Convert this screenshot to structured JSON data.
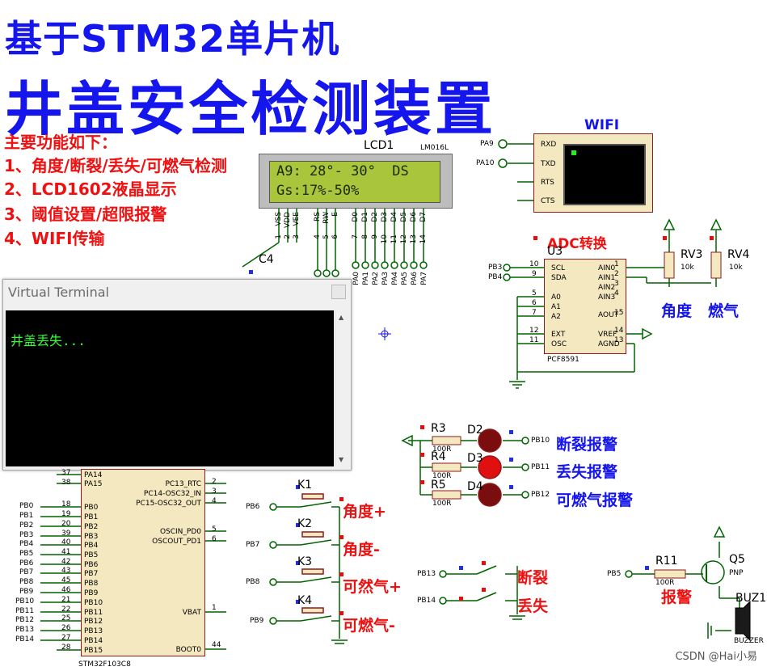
{
  "title": {
    "line1": "基于STM32单片机",
    "line2": "井盖安全检测装置"
  },
  "features": {
    "heading": "主要功能如下：",
    "items": [
      "1、角度/断裂/丢失/可燃气检测",
      "2、LCD1602液晶显示",
      "3、阈值设置/超限报警",
      "4、WIFI传输"
    ]
  },
  "lcd": {
    "ref": "LCD1",
    "model": "LM016L",
    "line1": "A9: 28°- 30°  DS",
    "line2": "Gs:17%-50%",
    "pins": [
      "VSS",
      "VDD",
      "VEE",
      "RS",
      "RW",
      "E",
      "D0",
      "D1",
      "D2",
      "D3",
      "D4",
      "D5",
      "D6",
      "D7"
    ],
    "pin_nums": [
      "1",
      "2",
      "3",
      "4",
      "5",
      "6",
      "7",
      "8",
      "9",
      "10",
      "11",
      "12",
      "13",
      "14"
    ],
    "port_pins": [
      "PA0",
      "PA1",
      "PA2",
      "PA3",
      "PA4",
      "PA5",
      "PA6",
      "PA7"
    ]
  },
  "wifi": {
    "title": "WIFI",
    "pins": [
      "RXD",
      "TXD",
      "RTS",
      "CTS"
    ],
    "nets": [
      "PA9",
      "PA10"
    ]
  },
  "cap": {
    "ref": "C4"
  },
  "terminal": {
    "title": "Virtual Terminal",
    "text": "井盖丢失..."
  },
  "adc": {
    "title": "ADC转换",
    "ref": "U3",
    "model": "PCF8591",
    "left_pins": [
      "SCL",
      "SDA",
      "A0",
      "A1",
      "A2",
      "EXT",
      "OSC"
    ],
    "left_nums": [
      "10",
      "9",
      "5",
      "6",
      "7",
      "12",
      "11"
    ],
    "right_pins": [
      "AIN0",
      "AIN1",
      "AIN2",
      "AIN3",
      "AOUT",
      "VREF",
      "AGND"
    ],
    "right_nums": [
      "1",
      "2",
      "3",
      "4",
      "15",
      "14",
      "13"
    ],
    "nets": [
      "PB3",
      "PB4"
    ]
  },
  "pots": [
    {
      "ref": "RV3",
      "value": "10k",
      "label": "角度"
    },
    {
      "ref": "RV4",
      "value": "10k",
      "label": "燃气"
    }
  ],
  "leds": [
    {
      "res": "R3",
      "res_val": "100R",
      "led": "D2",
      "net": "PB10",
      "label": "断裂报警"
    },
    {
      "res": "R4",
      "res_val": "100R",
      "led": "D3",
      "net": "PB11",
      "label": "丢失报警"
    },
    {
      "res": "R5",
      "res_val": "100R",
      "led": "D4",
      "net": "PB12",
      "label": "可燃气报警"
    }
  ],
  "keys": [
    {
      "ref": "K1",
      "net": "PB6",
      "label": "角度+"
    },
    {
      "ref": "K2",
      "net": "PB7",
      "label": "角度-"
    },
    {
      "ref": "K3",
      "net": "PB8",
      "label": "可然气+"
    },
    {
      "ref": "K4",
      "net": "PB9",
      "label": "可燃气-"
    }
  ],
  "switches": [
    {
      "net": "PB13",
      "label": "断裂"
    },
    {
      "net": "PB14",
      "label": "丢失"
    }
  ],
  "buzzer": {
    "res": "R11",
    "res_val": "100R",
    "net": "PB5",
    "label": "报警",
    "transistor": "Q5",
    "ttype": "PNP",
    "ref": "BUZ1",
    "model": "BUZZER"
  },
  "mcu": {
    "model": "STM32F103C8",
    "left_top": [
      {
        "num": "37",
        "name": "PA14"
      },
      {
        "num": "38",
        "name": "PA15"
      }
    ],
    "left": [
      {
        "net": "PB0",
        "num": "18",
        "name": "PB0"
      },
      {
        "net": "PB1",
        "num": "19",
        "name": "PB1"
      },
      {
        "net": "PB2",
        "num": "20",
        "name": "PB2"
      },
      {
        "net": "PB3",
        "num": "39",
        "name": "PB3"
      },
      {
        "net": "PB4",
        "num": "40",
        "name": "PB4"
      },
      {
        "net": "PB5",
        "num": "41",
        "name": "PB5"
      },
      {
        "net": "PB6",
        "num": "42",
        "name": "PB6"
      },
      {
        "net": "PB7",
        "num": "43",
        "name": "PB7"
      },
      {
        "net": "PB8",
        "num": "45",
        "name": "PB8"
      },
      {
        "net": "PB9",
        "num": "46",
        "name": "PB9"
      },
      {
        "net": "PB10",
        "num": "21",
        "name": "PB10"
      },
      {
        "net": "PB11",
        "num": "22",
        "name": "PB11"
      },
      {
        "net": "PB12",
        "num": "25",
        "name": "PB12"
      },
      {
        "net": "PB13",
        "num": "26",
        "name": "PB13"
      },
      {
        "net": "PB14",
        "num": "27",
        "name": "PB14"
      },
      {
        "net": "",
        "num": "28",
        "name": "PB15"
      }
    ],
    "right": [
      {
        "num": "2",
        "name": "PC13_RTC"
      },
      {
        "num": "3",
        "name": "PC14-OSC32_IN"
      },
      {
        "num": "4",
        "name": "PC15-OSC32_OUT"
      },
      {
        "num": "5",
        "name": "OSCIN_PD0"
      },
      {
        "num": "6",
        "name": "OSCOUT_PD1"
      },
      {
        "num": "1",
        "name": "VBAT"
      },
      {
        "num": "44",
        "name": "BOOT0"
      }
    ]
  },
  "watermark": "CSDN @Hai小易",
  "colors": {
    "title_blue": "#1515ee",
    "feature_red": "#ee1111",
    "wire_green": "#006400",
    "component_red": "#8b1a1a",
    "lcd_green": "#a9c53c"
  }
}
